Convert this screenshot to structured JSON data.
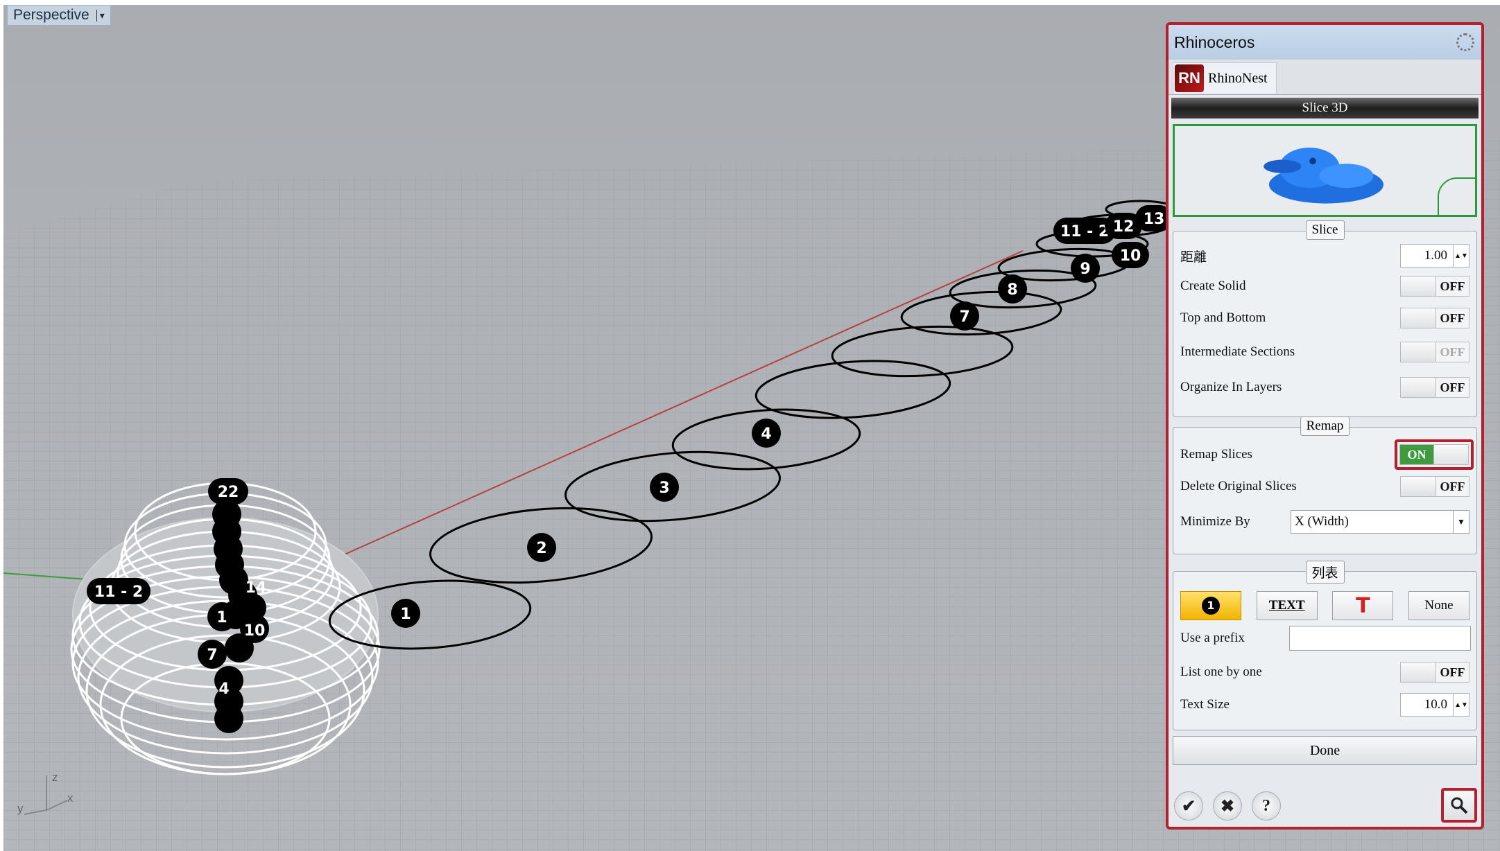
{
  "viewport": {
    "title": "Perspective",
    "caret": "▾",
    "axis": {
      "z": "z",
      "y": "y",
      "x": "x"
    },
    "slice_labels_front": [
      "1",
      "2",
      "3",
      "4",
      "7",
      "8",
      "9",
      "10",
      "11 - 2",
      "12",
      "13"
    ],
    "slice_labels_back": [
      "22",
      "11 - 2",
      "14",
      "1",
      "10",
      "7",
      "4"
    ]
  },
  "panel": {
    "title": "Rhinoceros",
    "tab": {
      "logo": "RN",
      "label": "RhinoNest"
    },
    "header": "Slice 3D",
    "slice_group": {
      "title": "Slice",
      "distance_label": "距離",
      "distance_value": "1.00",
      "create_solid": {
        "label": "Create Solid",
        "state": "OFF"
      },
      "top_bottom": {
        "label": "Top and Bottom",
        "state": "OFF"
      },
      "intermediate": {
        "label": "Intermediate Sections",
        "state": "OFF"
      },
      "organize": {
        "label": "Organize In Layers",
        "state": "OFF"
      }
    },
    "remap_group": {
      "title": "Remap",
      "remap_slices": {
        "label": "Remap Slices",
        "state": "ON"
      },
      "delete_original": {
        "label": "Delete Original Slices",
        "state": "OFF"
      },
      "minimize_by": {
        "label": "Minimize By",
        "value": "X (Width)"
      }
    },
    "list_group": {
      "title": "列表",
      "buttons": [
        "TEXT",
        "None"
      ],
      "use_prefix": {
        "label": "Use a prefix",
        "value": ""
      },
      "list_one_by_one": {
        "label": "List one by one",
        "state": "OFF"
      },
      "text_size": {
        "label": "Text Size",
        "value": "10.0"
      }
    },
    "done_label": "Done"
  }
}
